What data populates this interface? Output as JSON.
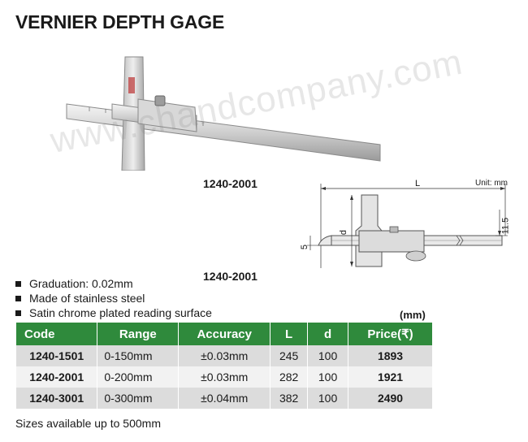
{
  "title": "VERNIER DEPTH GAGE",
  "watermark": "www.chandcompany.com",
  "photo_model": "1240-2001",
  "diagram_model": "1240-2001",
  "diagram": {
    "unit": "Unit: mm",
    "dim_L": "L",
    "dim_d": "d",
    "dim_11_5": "11.5",
    "dim_5": "5"
  },
  "features": [
    "Graduation: 0.02mm",
    "Made of stainless steel",
    "Satin chrome plated reading surface"
  ],
  "table_unit": "(mm)",
  "table": {
    "headers": [
      "Code",
      "Range",
      "Accuracy",
      "L",
      "d",
      "Price(₹)"
    ],
    "rows": [
      [
        "1240-1501",
        "0-150mm",
        "±0.03mm",
        "245",
        "100",
        "1893"
      ],
      [
        "1240-2001",
        "0-200mm",
        "±0.03mm",
        "282",
        "100",
        "1921"
      ],
      [
        "1240-3001",
        "0-300mm",
        "±0.04mm",
        "382",
        "100",
        "2490"
      ]
    ]
  },
  "footnote": "Sizes available up to 500mm",
  "colors": {
    "header_green": "#2f8a3c",
    "row_dark": "#dcdcdc",
    "row_light": "#f2f2f2"
  }
}
